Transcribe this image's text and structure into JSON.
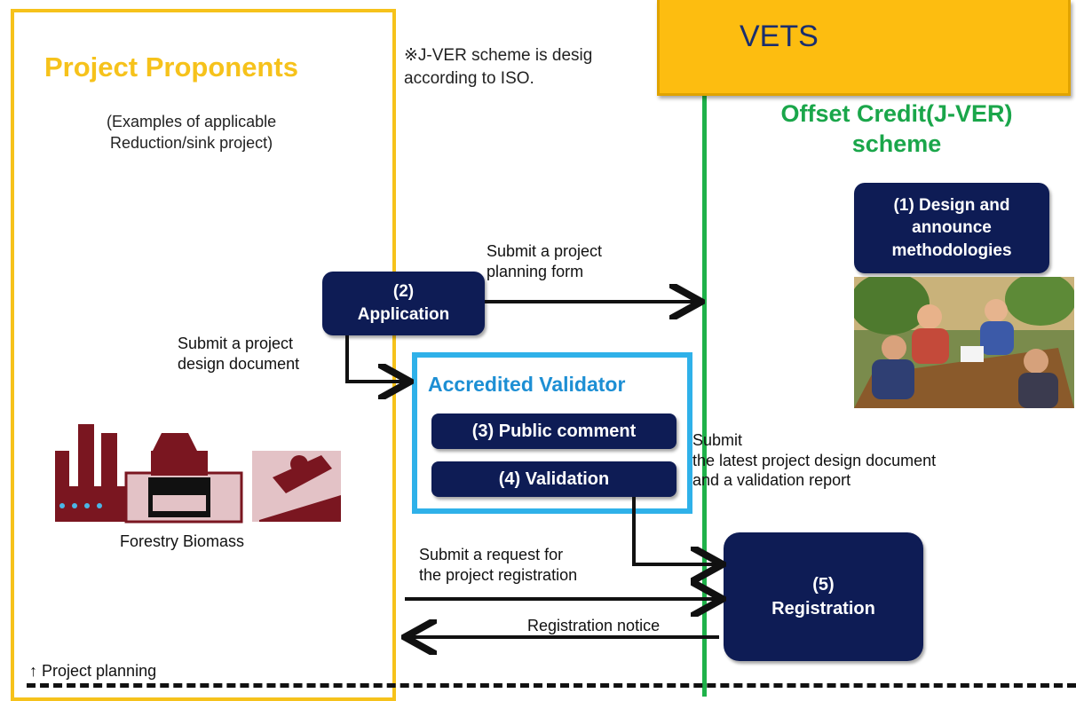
{
  "vets_label": "VETS",
  "proponents": {
    "title": "Project Proponents",
    "examples": "(Examples of applicable\nReduction/sink project)",
    "biomass_caption": "Forestry Biomass",
    "planning_label": "↑ Project planning"
  },
  "note": "※J-VER scheme is desig\naccording to ISO.",
  "scheme": {
    "title": "Offset Credit(J-VER)\nscheme"
  },
  "steps": {
    "design": "(1) Design and\nannounce\nmethodologies",
    "application": "(2)\nApplication",
    "public_comment": "(3) Public comment",
    "validation": "(4) Validation",
    "registration": "(5)\nRegistration"
  },
  "validator_title": "Accredited Validator",
  "flows": {
    "planning_form": "Submit a project\nplanning form",
    "design_doc": "Submit a project\ndesign document",
    "latest_doc": "Submit\nthe latest project design document\nand a validation report",
    "request_registration": "Submit a request for\nthe project registration",
    "registration_notice": "Registration notice"
  },
  "colors": {
    "navy": "#0e1c55",
    "yellow": "#f6c21b",
    "green": "#1aa64a",
    "cyan": "#2fb1e9",
    "vets": "#fdbd10"
  }
}
